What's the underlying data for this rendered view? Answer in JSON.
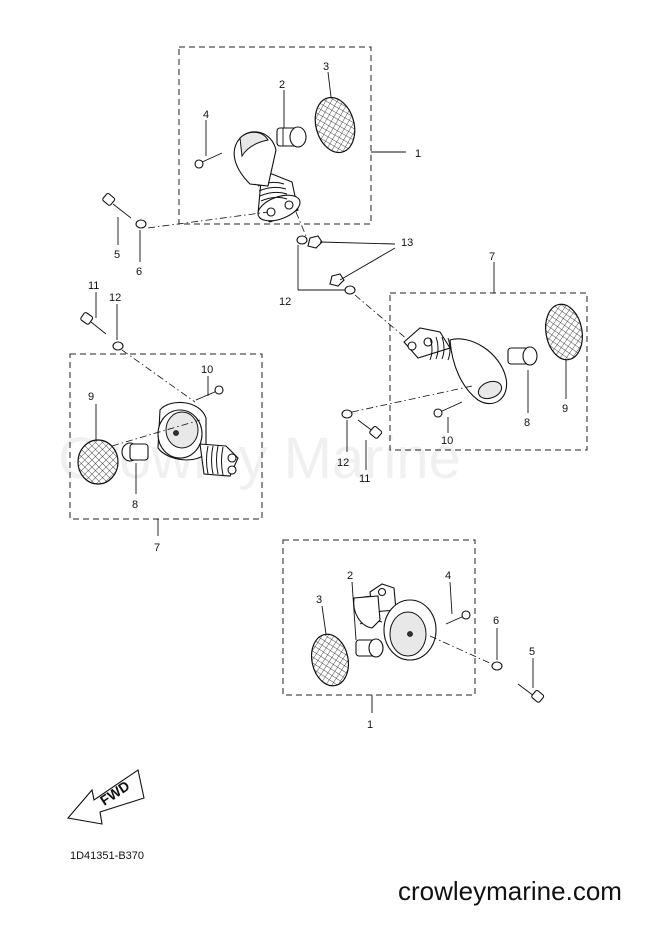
{
  "watermark": "Crowley Marine",
  "diagram_code": "1D41351-B370",
  "brand": "crowleymarine.com",
  "fwd_label": "FWD",
  "callouts": {
    "top_assembly": {
      "c1": "1",
      "c2": "2",
      "c3": "3",
      "c4": "4",
      "c5": "5",
      "c6": "6"
    },
    "middle_shared": {
      "c12": "12",
      "c13": "13"
    },
    "right_assembly": {
      "c7": "7",
      "c8": "8",
      "c9": "9",
      "c10": "10",
      "c11": "11",
      "c12": "12"
    },
    "left_assembly": {
      "c11": "11",
      "c12": "12",
      "c10": "10",
      "c9": "9",
      "c8": "8",
      "c7": "7"
    },
    "bottom_assembly": {
      "c1": "1",
      "c2": "2",
      "c3": "3",
      "c4": "4",
      "c5": "5",
      "c6": "6"
    }
  }
}
